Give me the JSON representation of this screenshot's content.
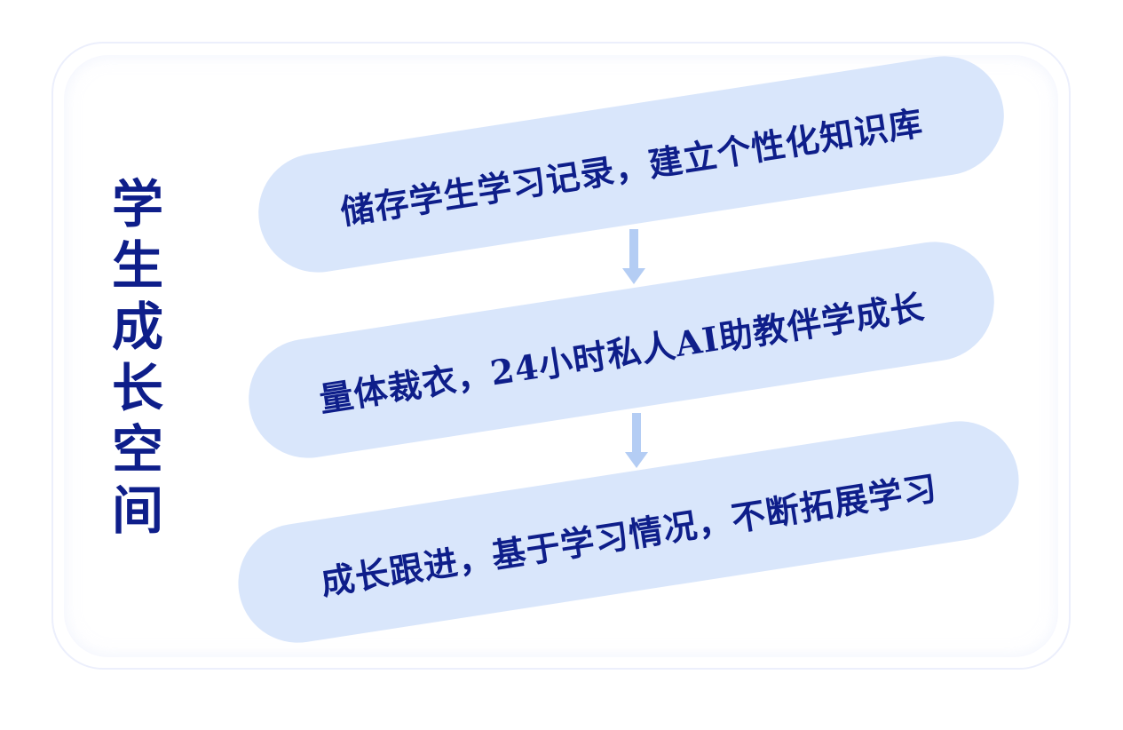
{
  "title_chars": [
    "学",
    "生",
    "成",
    "长",
    "空",
    "间"
  ],
  "steps": [
    {
      "text": "储存学生学习记录，建立个性化知识库"
    },
    {
      "text": "量体裁衣，24小时私人AI助教伴学成长"
    },
    {
      "text": "成长跟进，基于学习情况，不断拓展学习"
    }
  ],
  "colors": {
    "text": "#0e1e8a",
    "pill": "#d9e6fb",
    "arrow": "#b4cdf4",
    "card_border": "#eceffc"
  },
  "icons": [
    "arrow-down-icon",
    "arrow-down-icon"
  ]
}
